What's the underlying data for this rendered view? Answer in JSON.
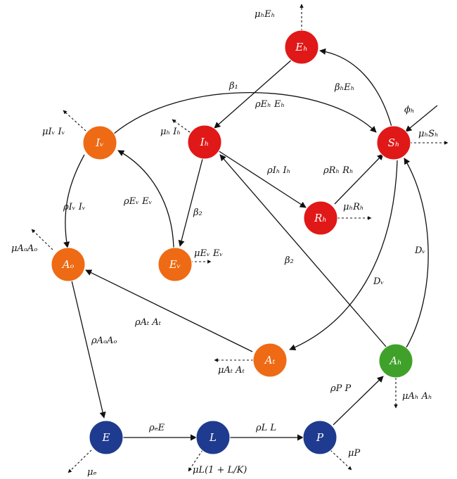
{
  "colors": {
    "red": "#e01818",
    "orange": "#ef6a14",
    "green": "#3fa12a",
    "blue": "#1f3b8f",
    "edge": "#111111"
  },
  "nodes": {
    "Eh": {
      "label": "Eₕ"
    },
    "Sh": {
      "label": "Sₕ"
    },
    "Ih": {
      "label": "Iₕ"
    },
    "Rh": {
      "label": "Rₕ"
    },
    "Iv": {
      "label": "Iᵥ"
    },
    "Ev": {
      "label": "Eᵥ"
    },
    "Ao": {
      "label": "Aₒ"
    },
    "At": {
      "label": "Aₜ"
    },
    "Ah": {
      "label": "Aₕ"
    },
    "E": {
      "label": "E"
    },
    "L": {
      "label": "L"
    },
    "P": {
      "label": "P"
    }
  },
  "edge_labels": {
    "mu_h_Eh": "μₕEₕ",
    "beta_h_Eh": "βₕEₕ",
    "beta1": "β₁",
    "rho_Eh_Eh": "ρEₕ Eₕ",
    "phi_h": "ϕₕ",
    "mu_h_Sh": "μₕSₕ",
    "mu_Iv_Iv": "μIᵥ Iᵥ",
    "mu_h_Ih": "μₕ Iₕ",
    "rho_Ih_Ih": "ρIₕ Iₕ",
    "rho_Rh_Rh": "ρRₕ Rₕ",
    "rho_Iv_Iv": "ρIᵥ Iᵥ",
    "rho_Ev_Ev": "ρEᵥ Eᵥ",
    "beta2_left": "β₂",
    "mu_h_Rh": "μₕRₕ",
    "mu_Ao_Ao": "μAₒAₒ",
    "mu_Ev_Ev": "μEᵥ Eᵥ",
    "beta2_center": "β₂",
    "Dv_right": "Dᵥ",
    "Dv_center": "Dᵥ",
    "rho_At_At": "ρAₜ Aₜ",
    "rho_Ao_Ao": "ρAₒAₒ",
    "mu_At_At": "μAₜ Aₜ",
    "rho_P_P": "ρP P",
    "mu_Ah_Ah": "μAₕ Aₕ",
    "rho_e_E": "ρₑE",
    "rho_L_L": "ρL L",
    "mu_e": "μₑ",
    "mu_L_1": "μL(1 + L/K)",
    "mu_P": "μP"
  }
}
